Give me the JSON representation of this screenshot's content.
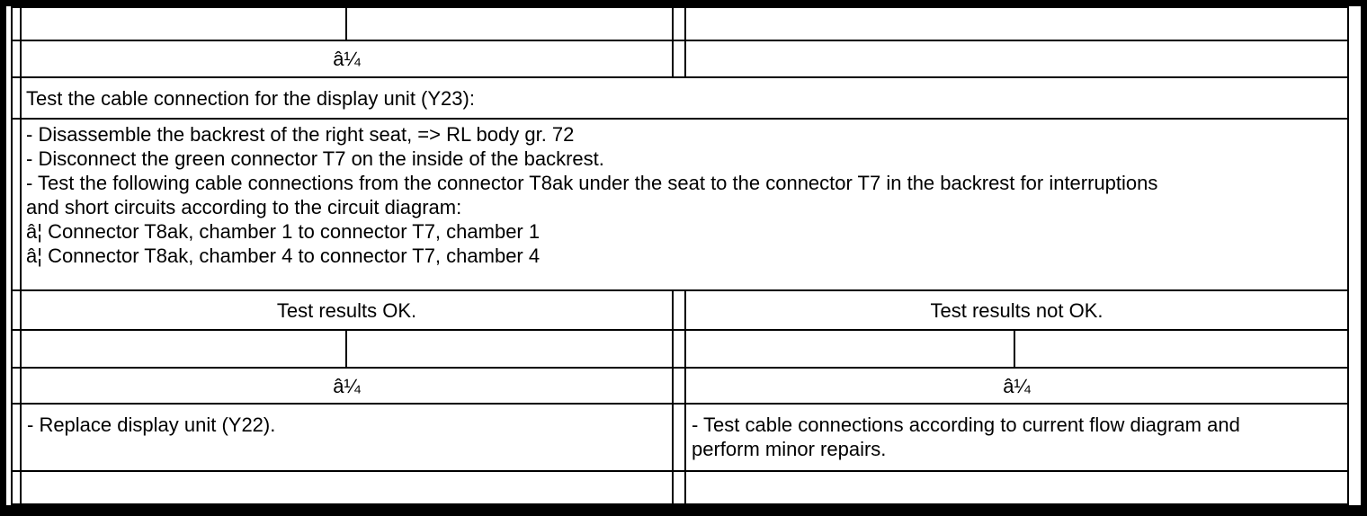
{
  "colors": {
    "ink": "#000000",
    "paper": "#ffffff"
  },
  "flow": {
    "entry_arrow": "â¼",
    "test_title": "Test the cable connection for the display unit (Y23):",
    "test_steps": "- Disassemble the backrest of the right seat, => RL body gr. 72\n- Disconnect the green connector T7 on the inside of the backrest.\n- Test the following cable connections from the connector T8ak under the seat to the connector T7 in the backrest for interruptions\nand short circuits according to the circuit diagram:\nâ¦ Connector T8ak, chamber 1 to connector T7, chamber 1\nâ¦ Connector T8ak, chamber 4 to connector T7, chamber 4",
    "result_ok": {
      "label": "Test results OK.",
      "arrow": "â¼",
      "action": "- Replace display unit (Y22)."
    },
    "result_not_ok": {
      "label": "Test results not OK.",
      "arrow": "â¼",
      "action": "- Test cable connections according to current flow diagram and\nperform minor repairs."
    }
  }
}
